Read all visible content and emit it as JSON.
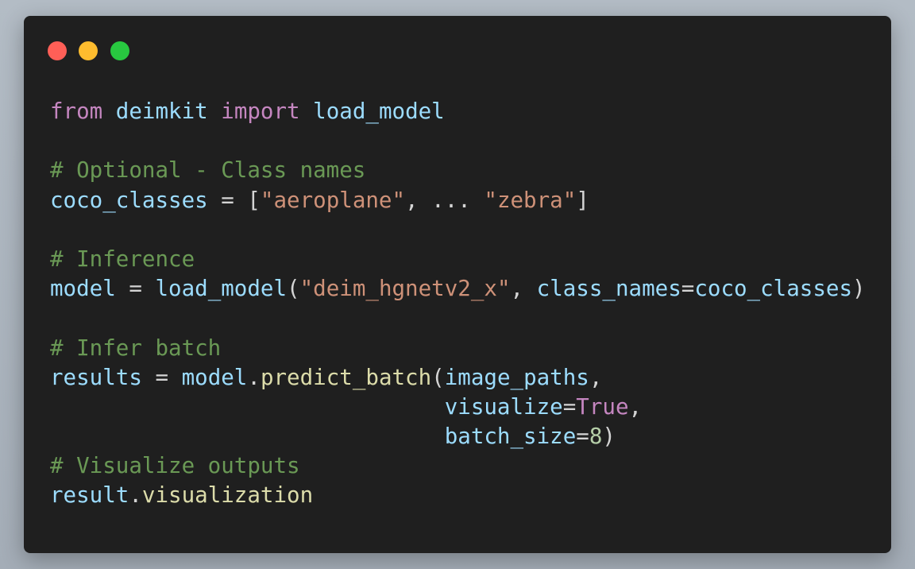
{
  "colors": {
    "background": "#a9b2bc",
    "window": "#1f1f1f",
    "close": "#ff5f57",
    "minimize": "#febc2e",
    "zoom": "#28c840",
    "keyword": "#c586c0",
    "identifier": "#9cdcfe",
    "comment": "#6a9955",
    "string": "#ce9178",
    "function": "#dcdcaa",
    "number": "#b5cea8",
    "plain": "#d4d4d4"
  },
  "window_controls": {
    "close_icon": "close-circle-icon",
    "minimize_icon": "minimize-circle-icon",
    "zoom_icon": "zoom-circle-icon"
  },
  "code": {
    "language": "python",
    "lines": [
      [
        {
          "t": "from",
          "k": "kw"
        },
        {
          "t": " ",
          "k": "pl"
        },
        {
          "t": "deimkit",
          "k": "id"
        },
        {
          "t": " ",
          "k": "pl"
        },
        {
          "t": "import",
          "k": "kw"
        },
        {
          "t": " ",
          "k": "pl"
        },
        {
          "t": "load_model",
          "k": "id"
        }
      ],
      [],
      [
        {
          "t": "# Optional - Class names",
          "k": "cm"
        }
      ],
      [
        {
          "t": "coco_classes",
          "k": "id"
        },
        {
          "t": " = [",
          "k": "pl"
        },
        {
          "t": "\"aeroplane\"",
          "k": "st"
        },
        {
          "t": ", ... ",
          "k": "pl"
        },
        {
          "t": "\"zebra\"",
          "k": "st"
        },
        {
          "t": "]",
          "k": "pl"
        }
      ],
      [],
      [
        {
          "t": "# Inference",
          "k": "cm"
        }
      ],
      [
        {
          "t": "model",
          "k": "id"
        },
        {
          "t": " = ",
          "k": "pl"
        },
        {
          "t": "load_model",
          "k": "id"
        },
        {
          "t": "(",
          "k": "pl"
        },
        {
          "t": "\"deim_hgnetv2_x\"",
          "k": "st"
        },
        {
          "t": ", ",
          "k": "pl"
        },
        {
          "t": "class_names",
          "k": "id"
        },
        {
          "t": "=",
          "k": "pl"
        },
        {
          "t": "coco_classes",
          "k": "id"
        },
        {
          "t": ")",
          "k": "pl"
        }
      ],
      [],
      [
        {
          "t": "# Infer batch",
          "k": "cm"
        }
      ],
      [
        {
          "t": "results",
          "k": "id"
        },
        {
          "t": " = ",
          "k": "pl"
        },
        {
          "t": "model",
          "k": "id"
        },
        {
          "t": ".",
          "k": "pl"
        },
        {
          "t": "predict_batch",
          "k": "fn"
        },
        {
          "t": "(",
          "k": "pl"
        },
        {
          "t": "image_paths",
          "k": "id"
        },
        {
          "t": ",",
          "k": "pl"
        }
      ],
      [
        {
          "t": "                              ",
          "k": "pl"
        },
        {
          "t": "visualize",
          "k": "id"
        },
        {
          "t": "=",
          "k": "pl"
        },
        {
          "t": "True",
          "k": "kw"
        },
        {
          "t": ",",
          "k": "pl"
        }
      ],
      [
        {
          "t": "                              ",
          "k": "pl"
        },
        {
          "t": "batch_size",
          "k": "id"
        },
        {
          "t": "=",
          "k": "pl"
        },
        {
          "t": "8",
          "k": "nu"
        },
        {
          "t": ")",
          "k": "pl"
        }
      ],
      [
        {
          "t": "# Visualize outputs",
          "k": "cm"
        }
      ],
      [
        {
          "t": "result",
          "k": "id"
        },
        {
          "t": ".",
          "k": "pl"
        },
        {
          "t": "visualization",
          "k": "fn"
        }
      ]
    ]
  }
}
